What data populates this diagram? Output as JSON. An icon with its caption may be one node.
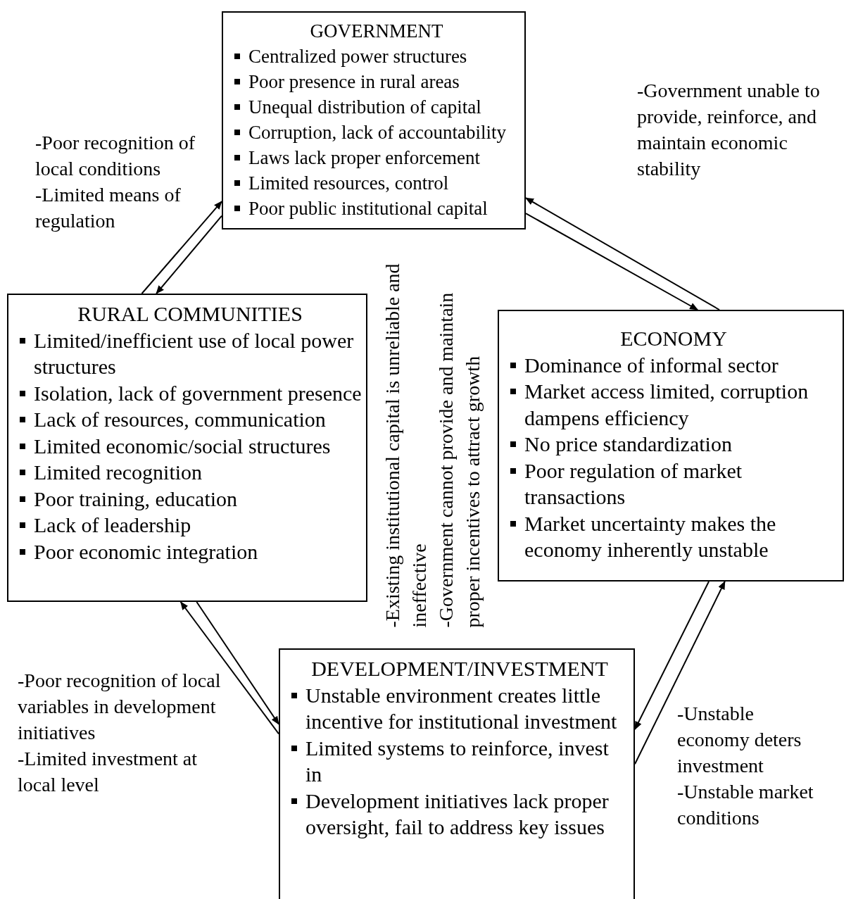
{
  "diagram": {
    "nodes": [
      {
        "text": [
          "GOVERNMENT",
          "Centralized power structures",
          "Poor presence in rural areas",
          "Unequal distribution of capital",
          "Corruption, lack of accountability",
          "Laws lack proper enforcement",
          "Limited resources, control",
          "Poor public institutional capital"
        ]
      },
      {
        "text": [
          "RURAL COMMUNITIES",
          "Limited/inefficient use of local power structures",
          "Isolation, lack of government presence",
          "Lack of resources, communication",
          "Limited economic/social structures",
          "Limited recognition",
          "Poor training, education",
          "Lack of leadership",
          "Poor economic integration"
        ]
      },
      {
        "text": [
          "ECONOMY",
          "Dominance of informal sector",
          "Market access limited, corruption dampens efficiency",
          "No price standardization",
          "Poor regulation of market transactions",
          "Market uncertainty makes the economy inherently unstable"
        ]
      },
      {
        "text": [
          "DEVELOPMENT/INVESTMENT",
          "Unstable environment creates little incentive for institutional investment",
          "Limited systems to reinforce, invest in",
          "Development initiatives lack proper oversight, fail to address key issues"
        ]
      }
    ],
    "edges": [
      {
        "from": 1,
        "to": 0,
        "arrow": "to"
      },
      {
        "from": 0,
        "to": 1,
        "arrow": "to"
      },
      {
        "from": 2,
        "to": 0,
        "arrow": "to"
      },
      {
        "from": 0,
        "to": 2,
        "arrow": "to"
      },
      {
        "from": 3,
        "to": 1,
        "arrow": "to"
      },
      {
        "from": 1,
        "to": 3,
        "arrow": "to"
      },
      {
        "from": 3,
        "to": 2,
        "arrow": "to"
      },
      {
        "from": 2,
        "to": 3,
        "arrow": "to"
      }
    ],
    "labels": [
      "-Government unable to provide, reinforce, and maintain economic stability",
      "-Poor recognition of local conditions",
      "-Limited means of regulation",
      "-Existing institutional capital is unreliable and ineffective",
      "-Government cannot provide and maintain proper incentives to attract growth",
      "-Poor recognition of local variables in development initiatives",
      "-Limited investment at local level",
      "-Unstable economy deters investment",
      "-Unstable market conditions"
    ]
  }
}
